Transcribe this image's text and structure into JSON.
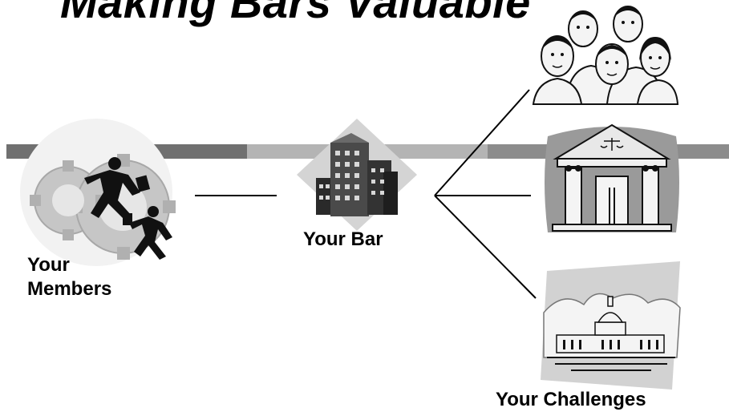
{
  "slide": {
    "title": "Making Bars Valuable",
    "labels": {
      "members_line1": "Your",
      "members_line2": "Members",
      "bar": "Your Bar",
      "challenges": "Your Challenges"
    },
    "icons": {
      "members": "running-people-gears-icon",
      "bar": "office-building-icon",
      "people": "group-of-people-icon",
      "court": "courthouse-icon",
      "capitol": "capitol-building-icon"
    },
    "colors": {
      "band_dark": "#707070",
      "band_light": "#b4b4b4",
      "band_mid": "#8c8c8c",
      "text": "#000000"
    }
  }
}
